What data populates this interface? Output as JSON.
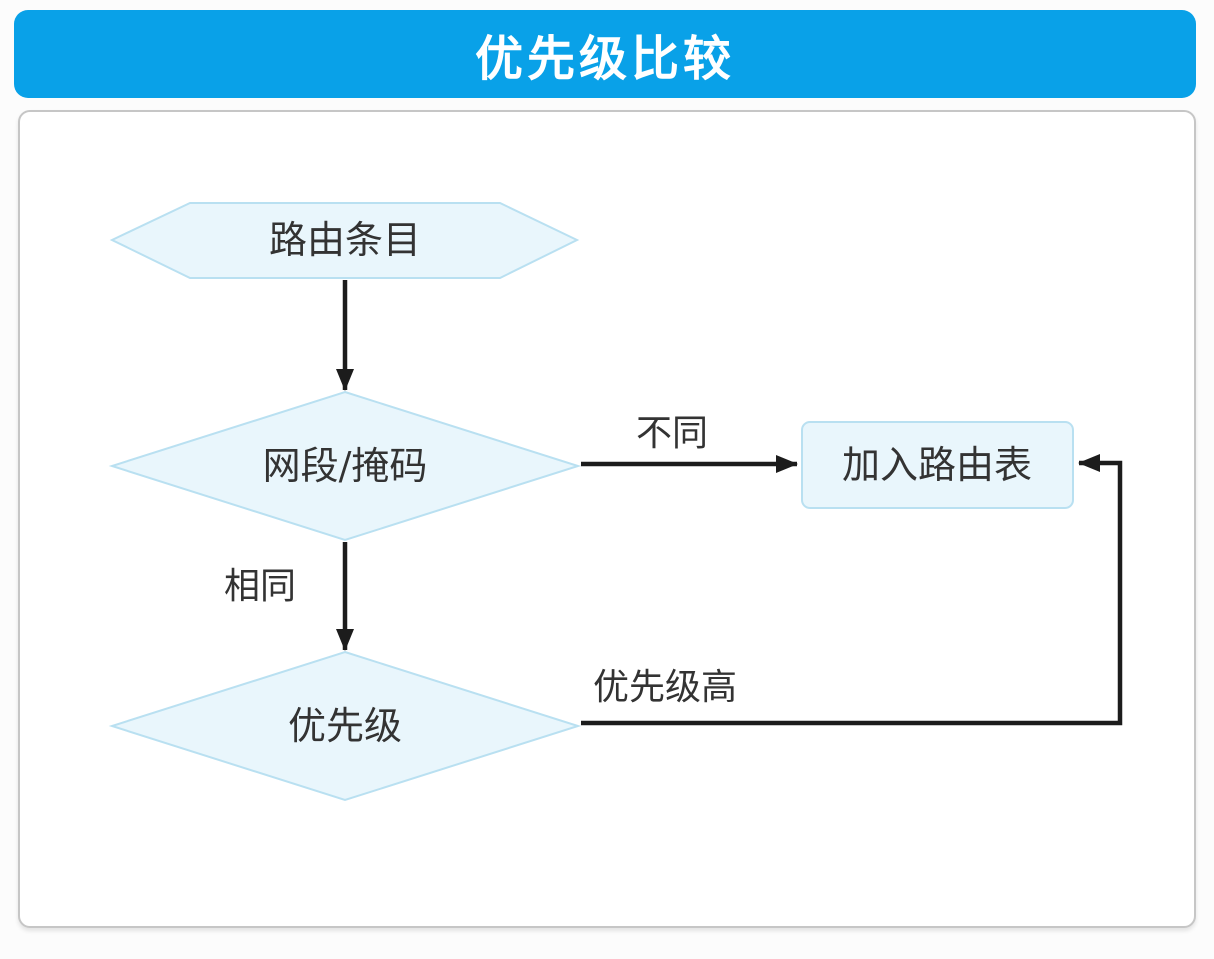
{
  "header": {
    "title": "优先级比较"
  },
  "colors": {
    "header_bg": "#09a1e8",
    "header_text": "#ffffff",
    "panel_border": "#c6c6c6",
    "node_fill": "#e9f6fc",
    "node_stroke": "#b9e0f1",
    "line_color": "#1c1c1c",
    "label_color": "#333333"
  },
  "flowchart": {
    "nodes": {
      "start": {
        "label": "路由条目",
        "shape": "hexagon"
      },
      "decision_network": {
        "label": "网段/掩码",
        "shape": "diamond"
      },
      "add_route_table": {
        "label": "加入路由表",
        "shape": "rounded-rect"
      },
      "decision_priority": {
        "label": "优先级",
        "shape": "diamond"
      }
    },
    "edges": {
      "start_to_network": {
        "label": ""
      },
      "network_to_table": {
        "label": "不同"
      },
      "network_to_priority": {
        "label": "相同"
      },
      "priority_to_table": {
        "label": "优先级高"
      }
    }
  }
}
